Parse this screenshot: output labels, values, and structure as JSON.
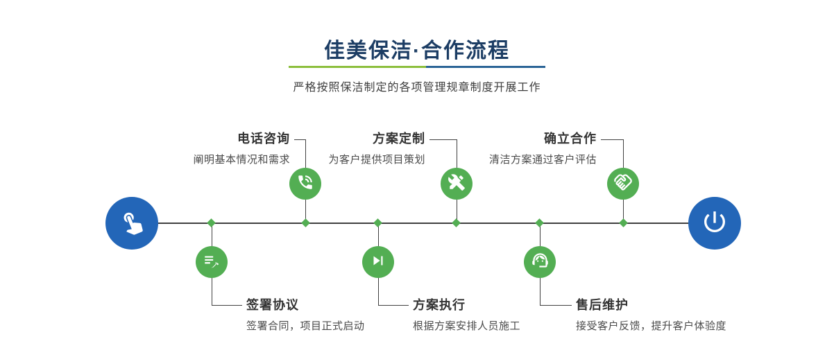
{
  "header": {
    "title": "佳美保洁·合作流程",
    "subtitle": "严格按照保洁制定的各项管理规章制度开展工作"
  },
  "timeline": {
    "start_icon": "pointing-hand-icon",
    "end_icon": "power-icon"
  },
  "steps": [
    {
      "title": "电话咨询",
      "desc": "阐明基本情况和需求",
      "icon": "phone-icon",
      "position": "top"
    },
    {
      "title": "签署协议",
      "desc": "签署合同，项目正式启动",
      "icon": "document-edit-icon",
      "position": "bottom"
    },
    {
      "title": "方案定制",
      "desc": "为客户提供项目策划",
      "icon": "tools-icon",
      "position": "top"
    },
    {
      "title": "方案执行",
      "desc": "根据方案安排人员施工",
      "icon": "play-next-icon",
      "position": "bottom"
    },
    {
      "title": "确立合作",
      "desc": "清洁方案通过客户评估",
      "icon": "handshake-icon",
      "position": "top"
    },
    {
      "title": "售后维护",
      "desc": "接受客户反馈，提升客户体验度",
      "icon": "customer-service-icon",
      "position": "bottom"
    }
  ],
  "colors": {
    "node_green": "#53ae53",
    "endpoint_blue": "#2366b8",
    "underline_green": "#8cbf3c",
    "underline_blue": "#2a6496",
    "title_navy": "#1c3d64",
    "line": "#3f3f3f"
  }
}
